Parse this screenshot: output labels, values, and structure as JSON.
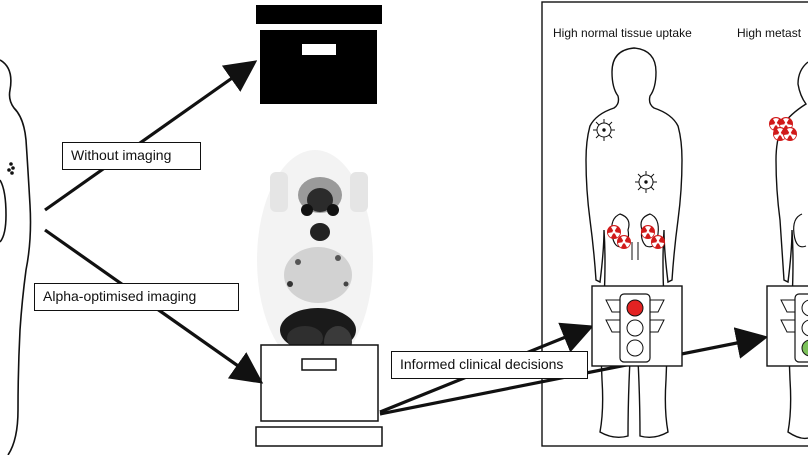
{
  "labels": {
    "without_imaging": "Without imaging",
    "alpha_optimised": "Alpha-optimised  imaging",
    "informed_decisions": "Informed clinical decisions"
  },
  "panel": {
    "title_left": "High normal tissue uptake",
    "title_right": "High metast"
  },
  "colors": {
    "stroke": "#111111",
    "radiation_red": "#d11a1a",
    "light_red": "#e32222",
    "light_green": "#7cc15a",
    "box_fill": "#000000"
  },
  "icons": {
    "patient_left": "human-silhouette-icon",
    "blackbox": "black-box-icon",
    "pet_scan": "pet-scan-image-icon",
    "open_box": "open-box-icon",
    "virus": "cell-virus-icon",
    "radiation": "radiation-trefoil-icon",
    "traffic_light": "traffic-light-icon"
  }
}
